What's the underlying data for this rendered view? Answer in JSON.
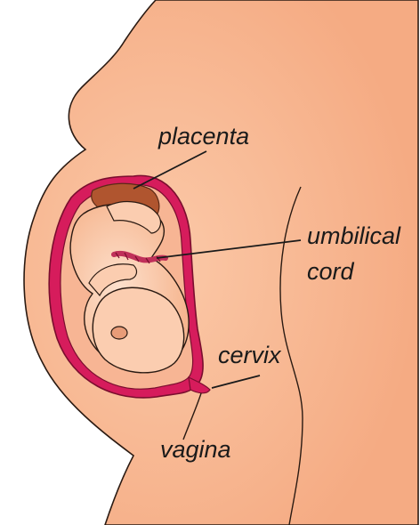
{
  "labels": {
    "placenta": "placenta",
    "umbilical_line1": "umbilical",
    "umbilical_line2": "cord",
    "cervix": "cervix",
    "vagina": "vagina"
  },
  "colors": {
    "skin": "#f6b08a",
    "skin_light": "#fbd0b3",
    "uterus_wall": "#d61c5c",
    "uterus_wall_dark": "#a0123f",
    "fetus": "#f9c3a0",
    "placenta": "#b0552f",
    "outline": "#2a1a12"
  }
}
